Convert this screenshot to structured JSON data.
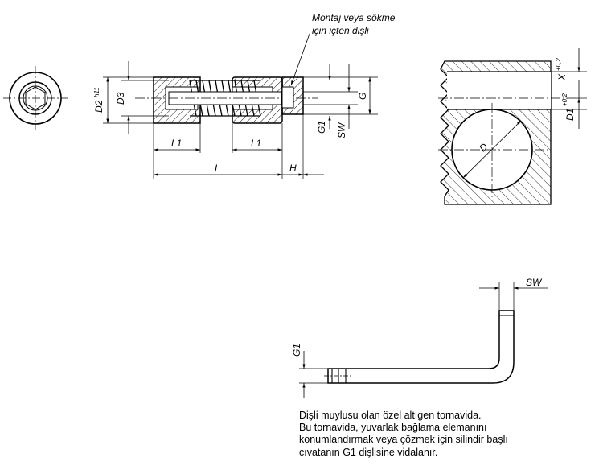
{
  "annotation": {
    "line1": "Montaj veya sökme",
    "line2": "için içten dişli"
  },
  "labels": {
    "D2": "D2",
    "D2_tol": "h11",
    "D3": "D3",
    "L1_left": "L1",
    "L1_right": "L1",
    "L": "L",
    "H": "H",
    "G1": "G1",
    "SW": "SW",
    "G": "G",
    "D": "D",
    "X": "X",
    "X_tol": "+0,2",
    "D1": "D1",
    "D1_tol": "+0,2",
    "SW_key": "SW",
    "G1_key": "G1"
  },
  "caption": {
    "line1": "Dişli muylusu olan özel altıgen tornavida.",
    "line2": "Bu tornavida, yuvarlak bağlama elemanını",
    "line3": "konumlandırmak veya çözmek için silindir başlı",
    "line4": "cıvatanın G1 dişlisine vidalanır."
  }
}
